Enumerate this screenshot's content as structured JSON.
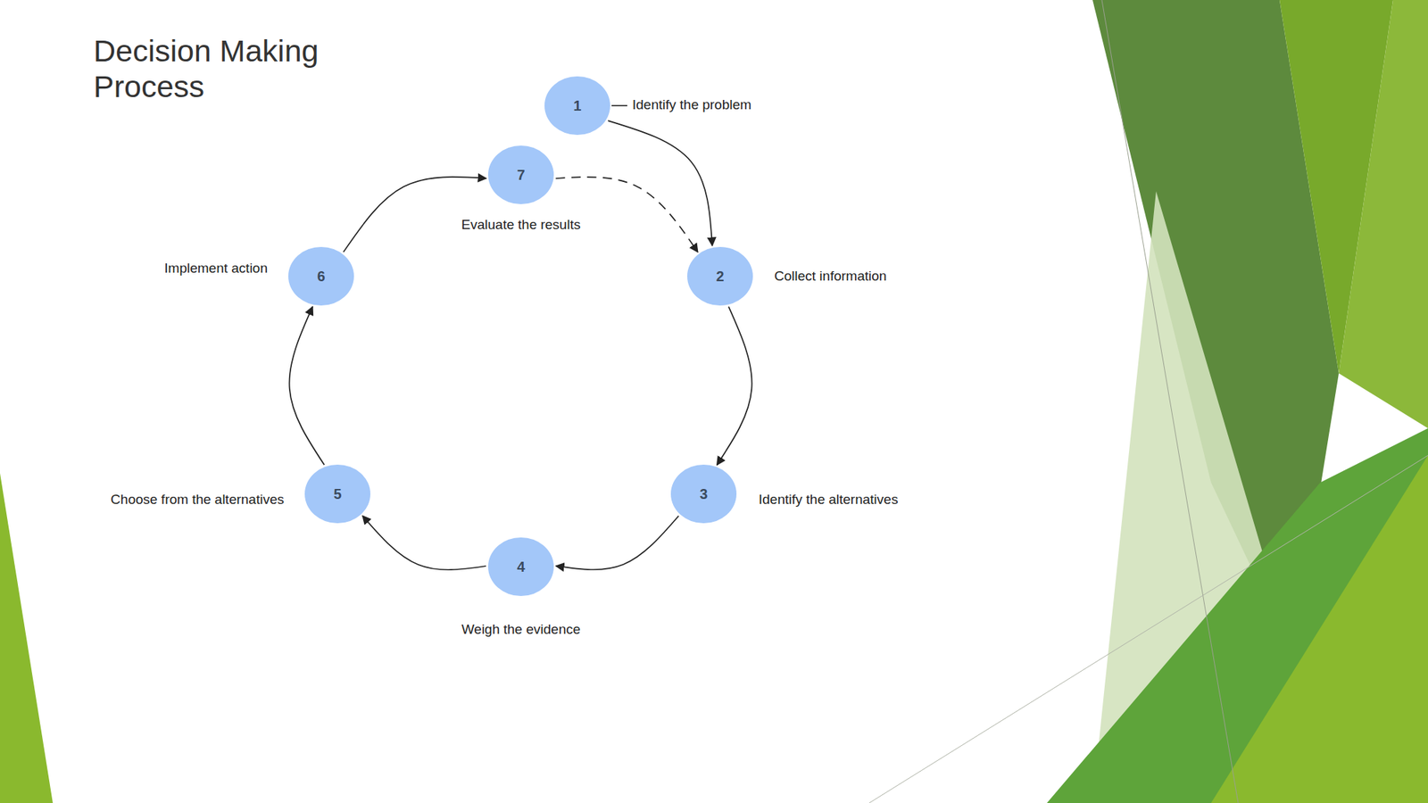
{
  "diagram": {
    "title": "Decision Making Process",
    "nodes": [
      {
        "text": [
          "1",
          "Identify the problem"
        ]
      },
      {
        "text": [
          "2",
          "Collect information"
        ]
      },
      {
        "text": [
          "3",
          "Identify the alternatives"
        ]
      },
      {
        "text": [
          "4",
          "Weigh the evidence"
        ]
      },
      {
        "text": [
          "5",
          "Choose from the alternatives"
        ]
      },
      {
        "text": [
          "6",
          "Implement action"
        ]
      },
      {
        "text": [
          "7",
          "Evaluate the results"
        ]
      }
    ],
    "edges": [
      {
        "from": 0,
        "to": 1,
        "arrow": "to"
      },
      {
        "from": 1,
        "to": 2,
        "arrow": "to"
      },
      {
        "from": 2,
        "to": 3,
        "arrow": "to"
      },
      {
        "from": 3,
        "to": 4,
        "arrow": "to"
      },
      {
        "from": 4,
        "to": 5,
        "arrow": "to"
      },
      {
        "from": 5,
        "to": 6,
        "arrow": "to"
      },
      {
        "from": 6,
        "to": 1,
        "arrow": "to"
      }
    ]
  }
}
